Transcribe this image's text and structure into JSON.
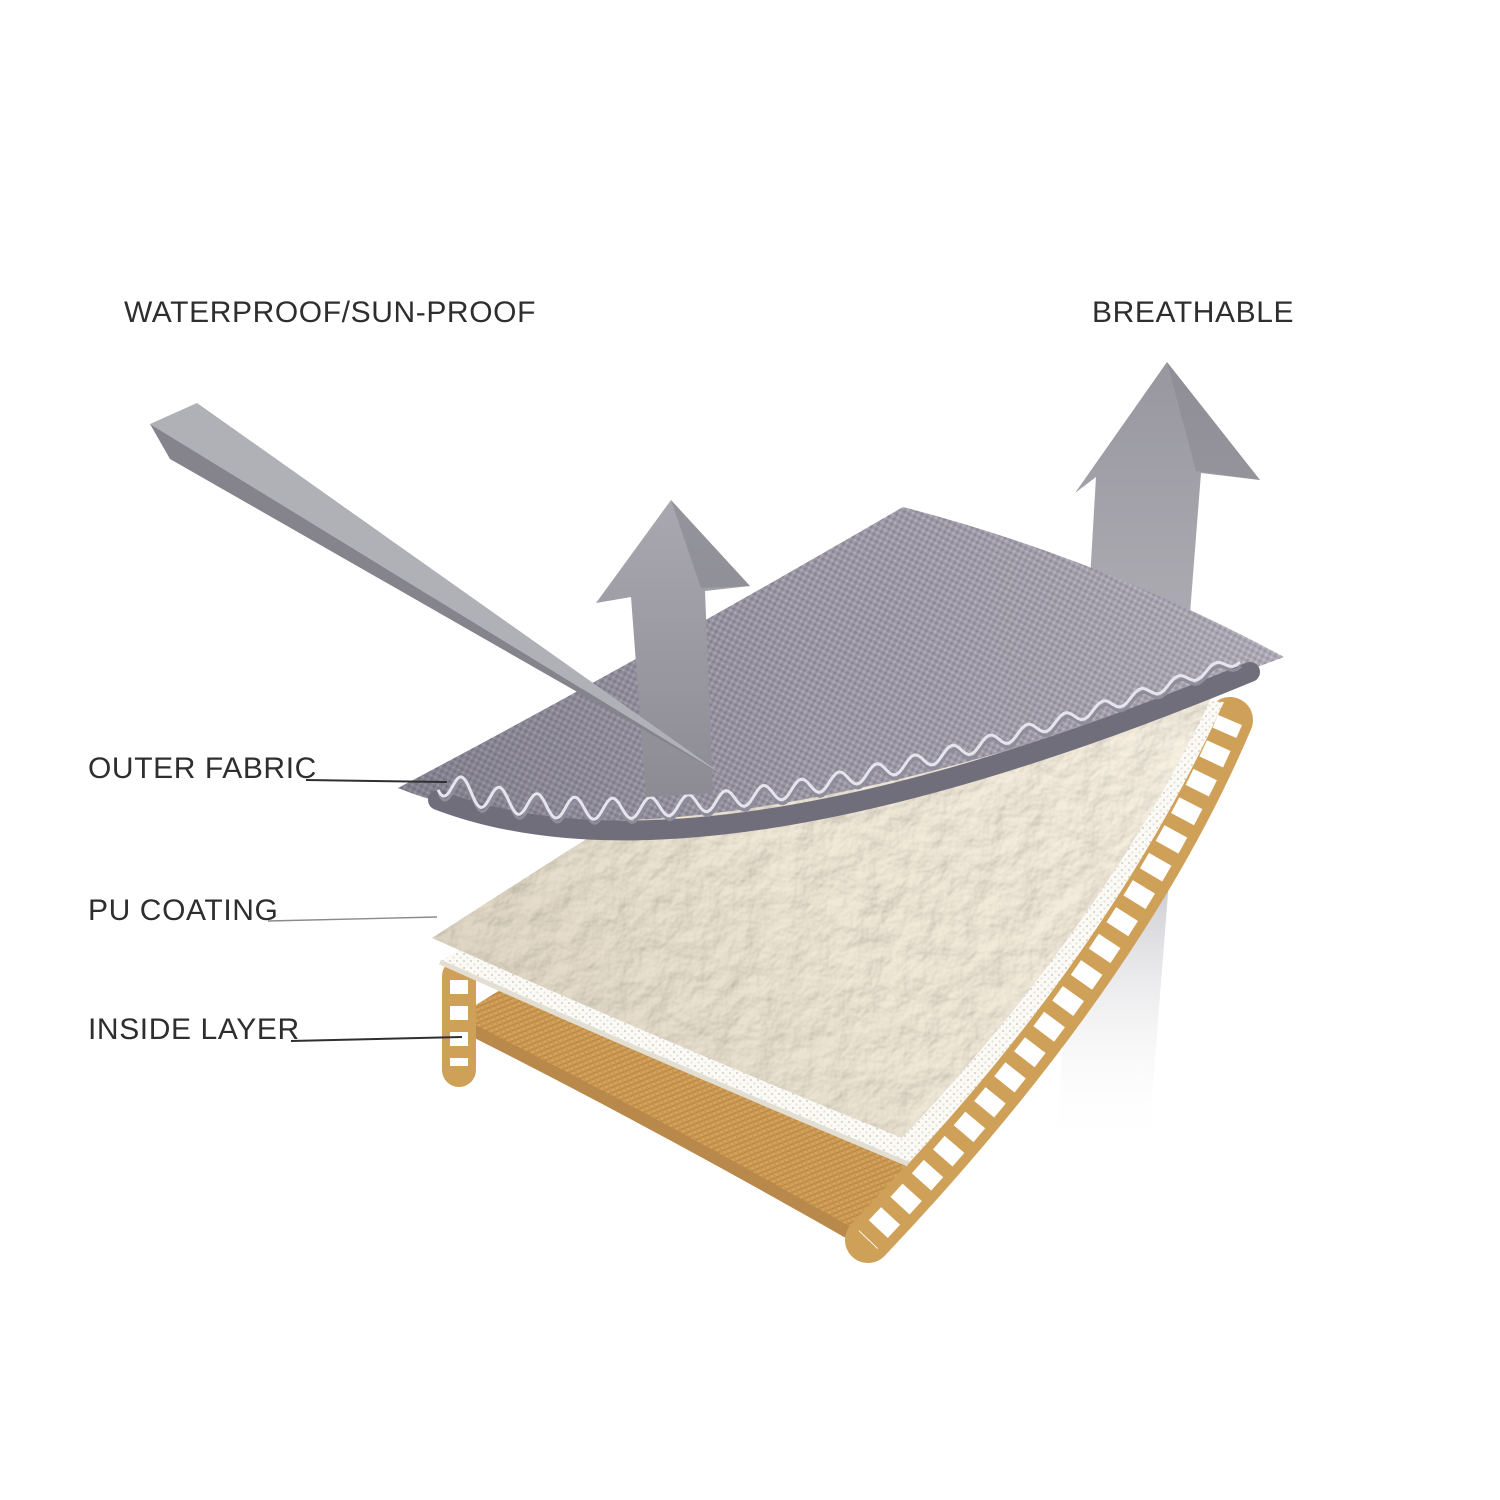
{
  "diagram": {
    "title_labels": {
      "waterproof": "WATERPROOF/SUN-PROOF",
      "breathable": "BREATHABLE"
    },
    "layer_labels": {
      "outer_fabric": "OUTER FABRIC",
      "pu_coating": "PU COATING",
      "inside_layer": "INSIDE LAYER"
    },
    "colors": {
      "background": "#ffffff",
      "text": "#2e2e30",
      "arrow_gray": "#a2a2a8",
      "mesh_gray": "#a39fac",
      "mesh_edge_dark": "#716e7b",
      "fleece_cream": "#efe7d6",
      "membrane_white": "#fbfaf7",
      "weave_tan": "#dcaa62",
      "ladder_tan": "#cfa057",
      "leader_line": "#2f2f31"
    }
  }
}
